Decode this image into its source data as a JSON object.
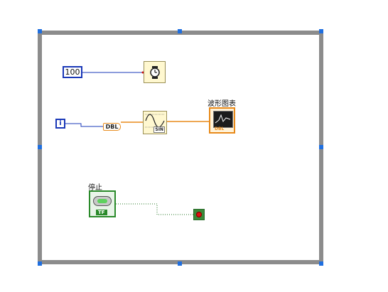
{
  "diagram": {
    "numeric_constant": "100",
    "iteration_terminal": "i",
    "coercion": "DBL",
    "sine_label": "SIN",
    "chart": {
      "label": "波形图表",
      "type_tag": "DBL"
    },
    "stop": {
      "label": "停止",
      "type_tag": "TF"
    }
  },
  "colors": {
    "numeric_wire": "#1a38b8",
    "double_wire": "#e88a1a",
    "boolean_wire": "#2a7a2a",
    "loop_border": "#8c8c8c",
    "handle": "#1f6fe0"
  },
  "icons": [
    "stopwatch-icon",
    "sine-wave-icon",
    "waveform-chart-icon",
    "stop-condition-icon"
  ]
}
